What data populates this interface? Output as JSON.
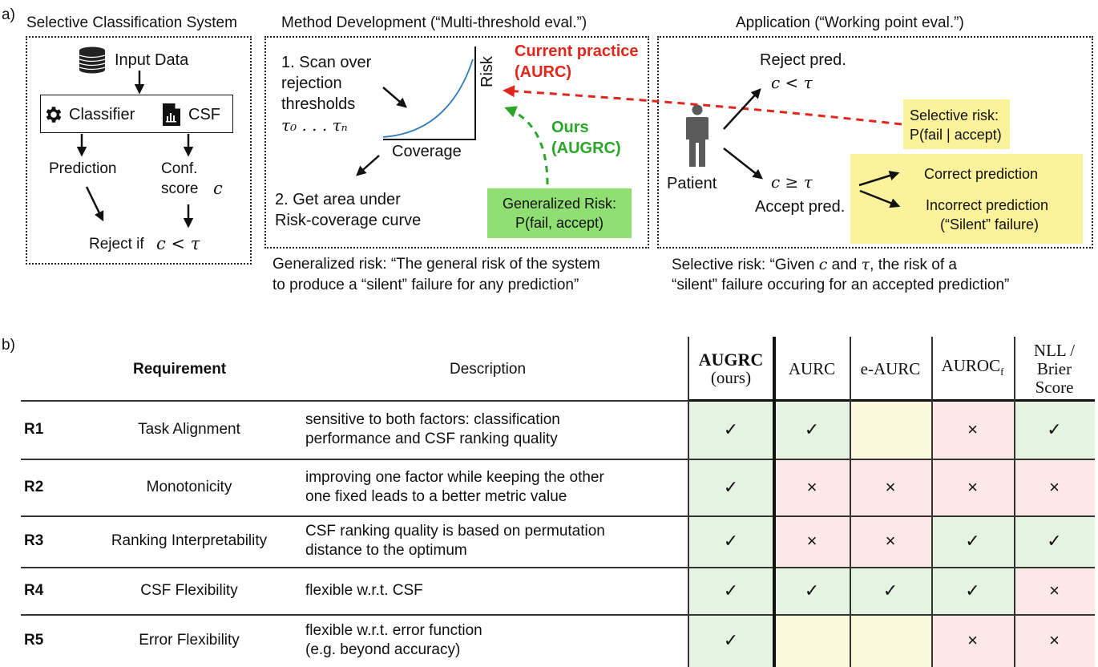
{
  "panel_a": {
    "label": "a)",
    "system": {
      "title": "Selective Classification System",
      "input_data": "Input Data",
      "classifier": "Classifier",
      "csf": "CSF",
      "prediction": "Prediction",
      "conf_line1": "Conf.",
      "conf_line2": "score",
      "conf_symbol": "c",
      "reject_if": "Reject if",
      "reject_expr": "c < τ"
    },
    "method": {
      "title": "Method Development (“Multi-threshold eval.”)",
      "step1_lines": [
        "1. Scan over",
        "rejection",
        "thresholds"
      ],
      "step1_math": "τ₀ . . . τₙ",
      "coverage_label": "Coverage",
      "risk_label": "Risk",
      "step2_lines": [
        "2. Get area under",
        "Risk-coverage curve"
      ],
      "current_practice_line1": "Current practice",
      "current_practice_line2": "(AURC)",
      "ours_line1": "Ours",
      "ours_line2": "(AUGRC)",
      "generalized_box_line1": "Generalized Risk:",
      "generalized_box_line2": "P(fail, accept)",
      "caption_line1": "Generalized risk: “The general risk of the system",
      "caption_line2": "to  produce a “silent” failure for any prediction”"
    },
    "application": {
      "title": "Application (“Working point eval.”)",
      "reject_pred": "Reject pred.",
      "reject_expr": "c < τ",
      "patient": "Patient",
      "accept_expr": "c ≥ τ",
      "accept_pred": "Accept pred.",
      "selective_box_line1": "Selective risk:",
      "selective_box_line2": "P(fail | accept)",
      "correct_prediction": "Correct prediction",
      "incorrect_line1": "Incorrect prediction",
      "incorrect_line2": "(“Silent” failure)",
      "caption_line1_pre": "Selective risk: “Given ",
      "caption_c": "c",
      "caption_mid": " and ",
      "caption_tau": "τ",
      "caption_line1_post": ", the risk of a",
      "caption_line2": "“silent” failure occuring for an accepted prediction”"
    },
    "colors": {
      "current_practice": "#e0271c",
      "ours": "#2aa52a",
      "generalized_box": "#8fdf72",
      "selective_box": "#fbf29c",
      "curve": "#2b7bb9",
      "patient": "#5a5a5a"
    }
  },
  "panel_b": {
    "label": "b)",
    "header": {
      "requirement": "Requirement",
      "description": "Description",
      "metrics": [
        {
          "line1": "AUGRC",
          "line2": "(ours)",
          "bold_first": true
        },
        {
          "line1": "AURC",
          "line2": ""
        },
        {
          "line1": "e-AURC",
          "line2": ""
        },
        {
          "line1": "AUROC",
          "sub": "f",
          "line2": ""
        },
        {
          "line1": "NLL /",
          "line2": "Brier",
          "line3": "Score"
        }
      ]
    },
    "rows": [
      {
        "id": "R1",
        "name": "Task Alignment",
        "desc1": "sensitive to both factors: classification",
        "desc2": "performance and CSF ranking quality",
        "cells": [
          {
            "mark": "✓",
            "status": "green"
          },
          {
            "mark": "✓",
            "status": "green"
          },
          {
            "mark": "",
            "status": "yellow"
          },
          {
            "mark": "×",
            "status": "red"
          },
          {
            "mark": "✓",
            "status": "green"
          }
        ]
      },
      {
        "id": "R2",
        "name": "Monotonicity",
        "desc1": "improving one factor while keeping the other",
        "desc2": "one fixed leads to a better metric value",
        "cells": [
          {
            "mark": "✓",
            "status": "green"
          },
          {
            "mark": "×",
            "status": "red"
          },
          {
            "mark": "×",
            "status": "red"
          },
          {
            "mark": "×",
            "status": "red"
          },
          {
            "mark": "×",
            "status": "red"
          }
        ]
      },
      {
        "id": "R3",
        "name": "Ranking Interpretability",
        "desc1": "CSF ranking quality is based on permutation",
        "desc2": "distance to the optimum",
        "cells": [
          {
            "mark": "✓",
            "status": "green"
          },
          {
            "mark": "×",
            "status": "red"
          },
          {
            "mark": "×",
            "status": "red"
          },
          {
            "mark": "✓",
            "status": "green"
          },
          {
            "mark": "✓",
            "status": "green"
          }
        ]
      },
      {
        "id": "R4",
        "name": "CSF Flexibility",
        "desc1": "flexible w.r.t. CSF",
        "desc2": "",
        "cells": [
          {
            "mark": "✓",
            "status": "green"
          },
          {
            "mark": "✓",
            "status": "green"
          },
          {
            "mark": "✓",
            "status": "green"
          },
          {
            "mark": "✓",
            "status": "green"
          },
          {
            "mark": "×",
            "status": "red"
          }
        ]
      },
      {
        "id": "R5",
        "name": "Error Flexibility",
        "desc1": "flexible w.r.t. error function",
        "desc2": "(e.g. beyond accuracy)",
        "cells": [
          {
            "mark": "✓",
            "status": "green"
          },
          {
            "mark": "",
            "status": "yellow"
          },
          {
            "mark": "",
            "status": "yellow"
          },
          {
            "mark": "×",
            "status": "red"
          },
          {
            "mark": "×",
            "status": "red"
          }
        ]
      }
    ]
  }
}
